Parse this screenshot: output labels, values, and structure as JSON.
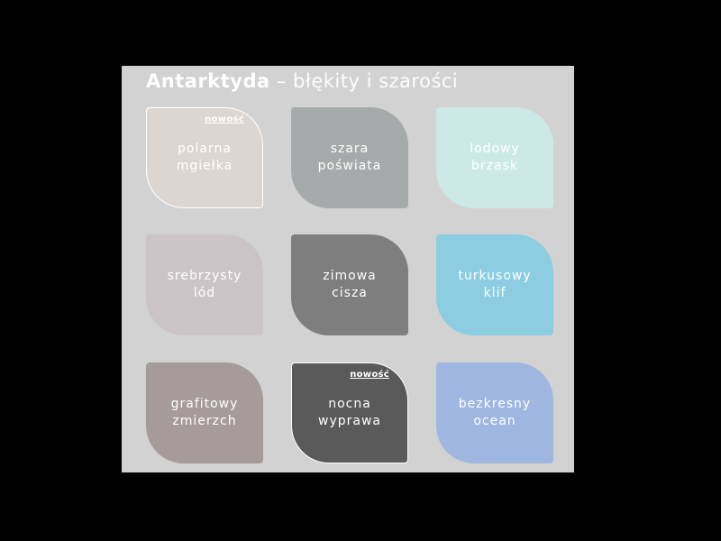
{
  "title": {
    "brand": "Antarktyda",
    "separator": " – ",
    "subtitle": "błękity i szarości"
  },
  "swatches": [
    {
      "line1": "polarna",
      "line2": "mgiełka",
      "color": "#dcd6d2",
      "badge": "nowość"
    },
    {
      "line1": "szara",
      "line2": "poświata",
      "color": "#a6aaaa",
      "badge": ""
    },
    {
      "line1": "lodowy",
      "line2": "brzask",
      "color": "#cde9e6",
      "badge": ""
    },
    {
      "line1": "srebrzysty",
      "line2": "lód",
      "color": "#cbc4c6",
      "badge": ""
    },
    {
      "line1": "zimowa",
      "line2": "cisza",
      "color": "#7e7e7e",
      "badge": ""
    },
    {
      "line1": "turkusowy",
      "line2": "klif",
      "color": "#8ccde2",
      "badge": ""
    },
    {
      "line1": "grafitowy",
      "line2": "zmierzch",
      "color": "#a59b9b",
      "badge": ""
    },
    {
      "line1": "nocna",
      "line2": "wyprawa",
      "color": "#5a5a5a",
      "badge": "nowość"
    },
    {
      "line1": "bezkresny",
      "line2": "ocean",
      "color": "#9fb6e0",
      "badge": ""
    }
  ]
}
